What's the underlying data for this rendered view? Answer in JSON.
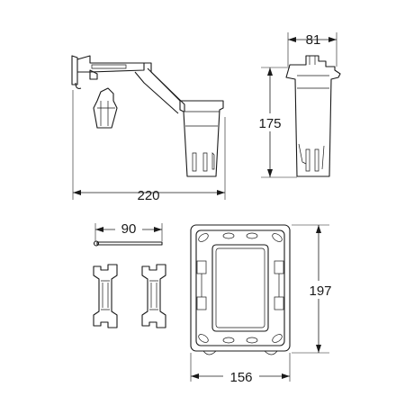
{
  "dimensions": {
    "width_220": "220",
    "height_175": "175",
    "width_81": "81",
    "width_90": "90",
    "height_197": "197",
    "width_156": "156"
  }
}
